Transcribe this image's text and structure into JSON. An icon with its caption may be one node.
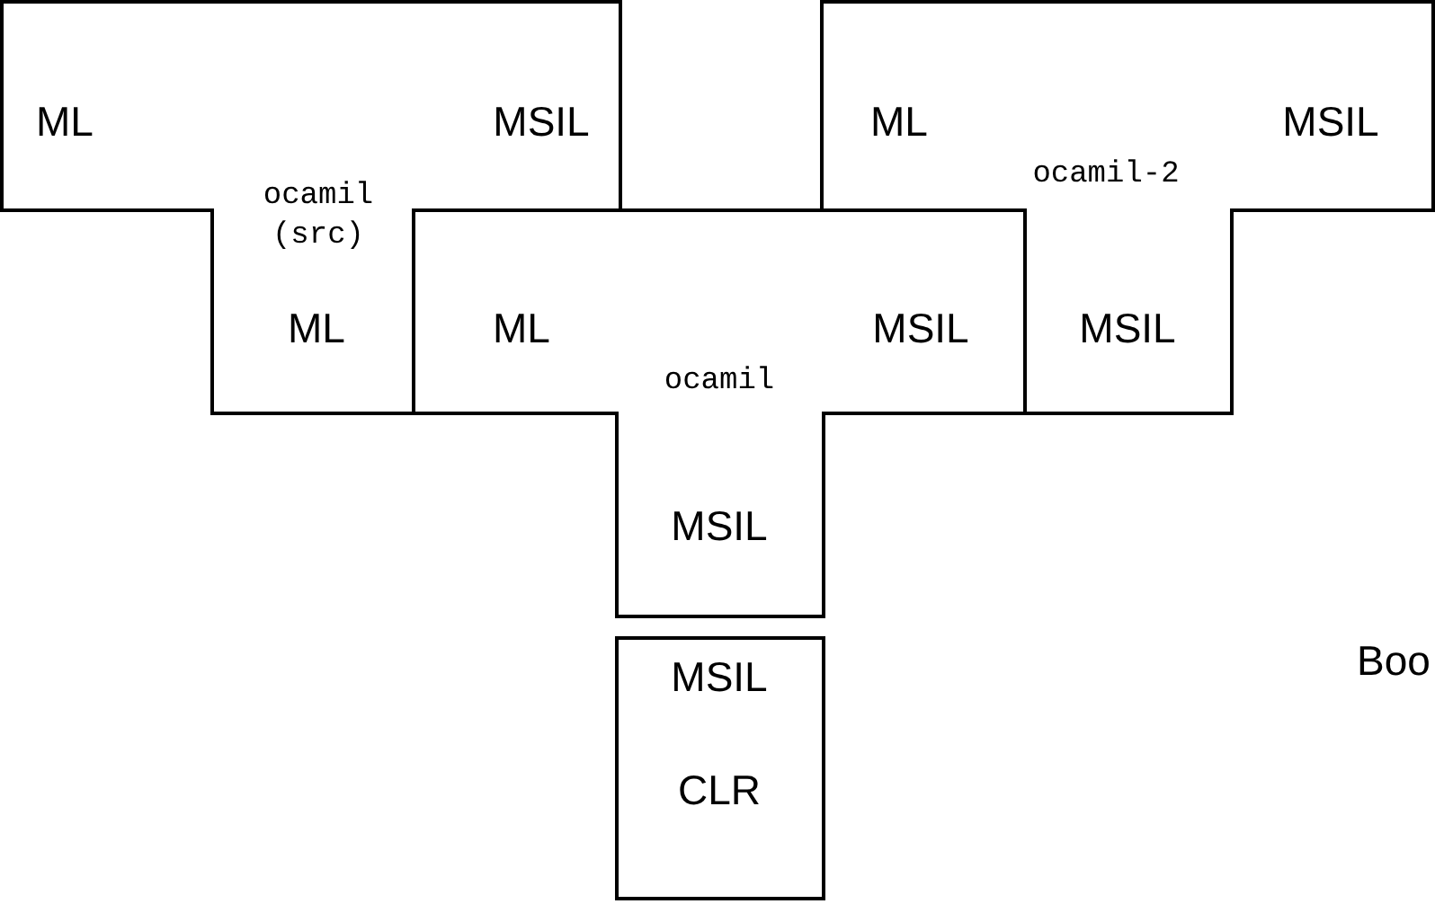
{
  "diagram": {
    "nodes": [
      {
        "text": [
          "ML",
          "MSIL",
          "ocamil (src)",
          "ML"
        ]
      },
      {
        "text": [
          "ML",
          "MSIL",
          "ocamil-2",
          "MSIL"
        ]
      },
      {
        "text": [
          "ML",
          "MSIL",
          "ocamil",
          "MSIL"
        ]
      },
      {
        "text": [
          "MSIL",
          "CLR"
        ]
      }
    ],
    "edges": [],
    "labels": [
      "Boo"
    ]
  }
}
